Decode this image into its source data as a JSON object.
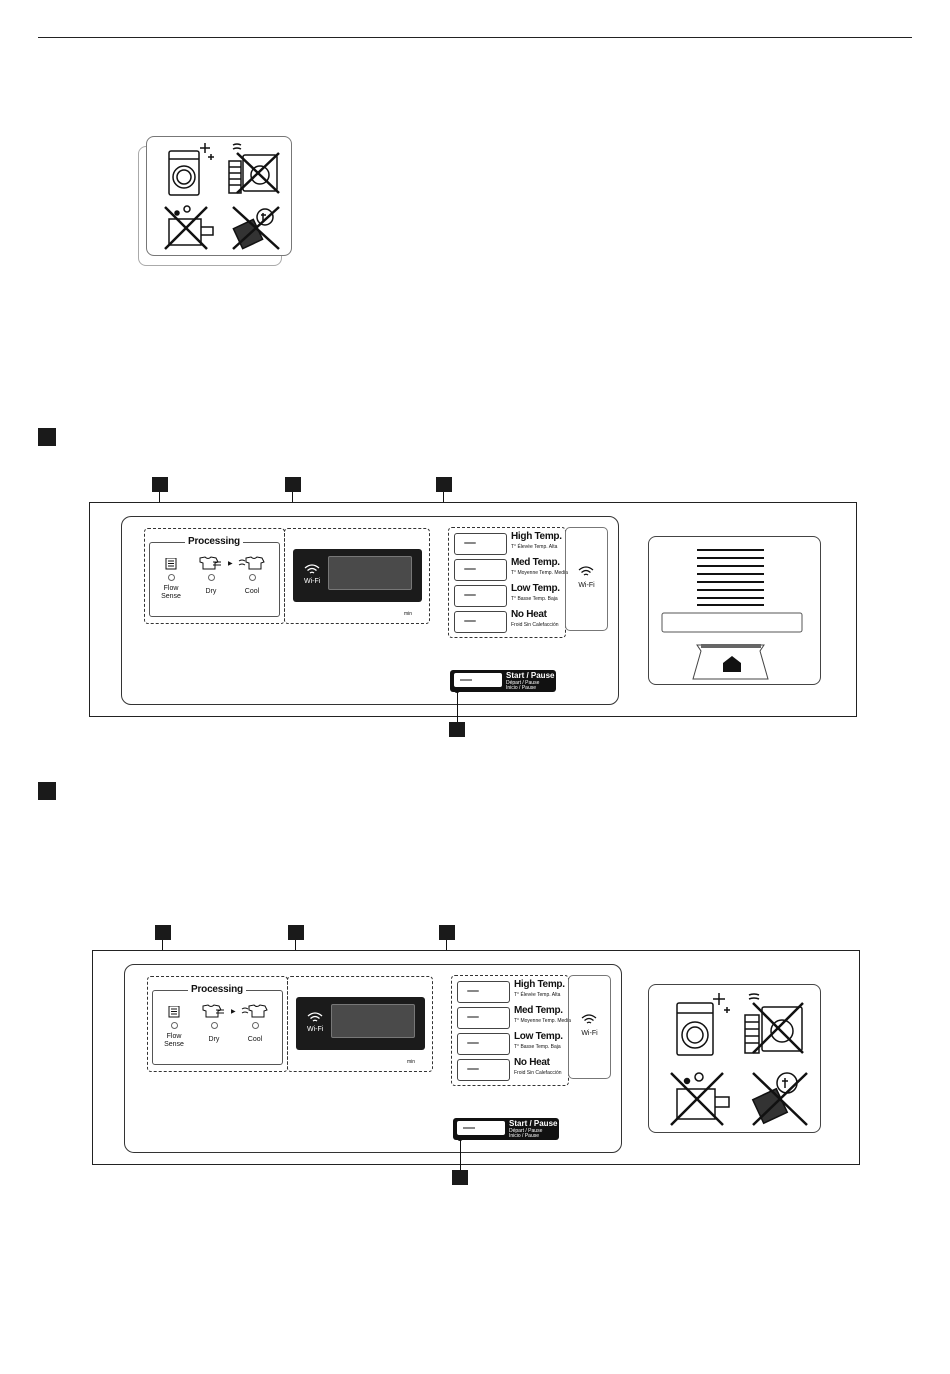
{
  "panel": {
    "processing_title": "Processing",
    "est_title": "EST.Time Remaining",
    "indicators": [
      {
        "label": "Flow\nSense",
        "icon": "flow-sense-icon"
      },
      {
        "label": "Dry",
        "icon": "dry-shirt-icon"
      },
      {
        "label": "Cool",
        "icon": "cool-shirt-icon"
      }
    ],
    "wifi_label": "Wi-Fi",
    "min_label": "min",
    "temps": [
      {
        "main": "High Temp.",
        "sub": "T° Élevée  Temp. Alta"
      },
      {
        "main": "Med Temp.",
        "sub": "T° Moyenne  Temp. Media"
      },
      {
        "main": "Low Temp.",
        "sub": "T° Basse  Temp. Baja"
      },
      {
        "main": "No Heat",
        "sub": "Froid  Sin Calefacción"
      }
    ],
    "side_wifi": "Wi-Fi",
    "start_main": "Start / Pause",
    "start_sub1": "Départ / Pause",
    "start_sub2": "Inicio / Pause"
  },
  "icons": [
    "washer-sparkle-icon",
    "no-heater-icon",
    "no-chemical-icon",
    "no-pet-icon"
  ]
}
